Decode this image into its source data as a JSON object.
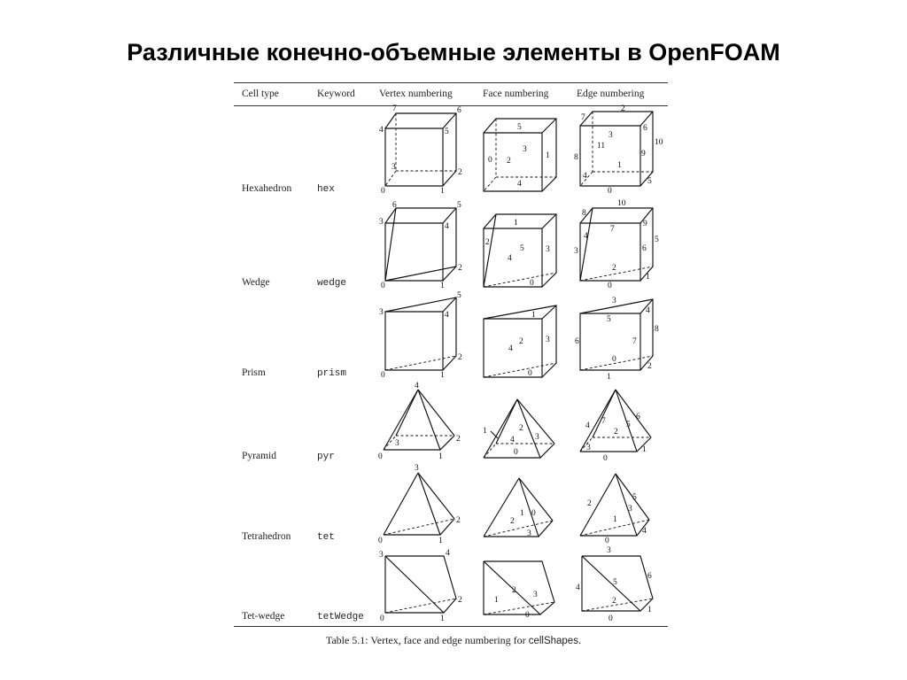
{
  "slide": {
    "title": "Различные конечно-объемные элементы в OpenFOAM"
  },
  "table": {
    "headers": [
      "Cell type",
      "Keyword",
      "Vertex numbering",
      "Face numbering",
      "Edge numbering"
    ],
    "rows": [
      {
        "cell_type": "Hexahedron",
        "keyword": "hex",
        "vertex": [
          "0",
          "1",
          "2",
          "3",
          "4",
          "5",
          "6",
          "7"
        ],
        "face": [
          "0",
          "1",
          "2",
          "3",
          "4",
          "5"
        ],
        "edge": [
          "0",
          "1",
          "2",
          "3",
          "4",
          "5",
          "6",
          "7",
          "8",
          "9",
          "10",
          "11"
        ]
      },
      {
        "cell_type": "Wedge",
        "keyword": "wedge",
        "vertex": [
          "0",
          "1",
          "2",
          "3",
          "4",
          "5",
          "6"
        ],
        "face": [
          "0",
          "1",
          "2",
          "3",
          "4",
          "5"
        ],
        "edge": [
          "0",
          "1",
          "2",
          "3",
          "4",
          "5",
          "6",
          "7",
          "8",
          "9",
          "10"
        ]
      },
      {
        "cell_type": "Prism",
        "keyword": "prism",
        "vertex": [
          "0",
          "1",
          "2",
          "3",
          "4",
          "5"
        ],
        "face": [
          "0",
          "1",
          "2",
          "3",
          "4"
        ],
        "edge": [
          "0",
          "1",
          "2",
          "3",
          "4",
          "5",
          "6",
          "7",
          "8"
        ]
      },
      {
        "cell_type": "Pyramid",
        "keyword": "pyr",
        "vertex": [
          "0",
          "1",
          "2",
          "3",
          "4"
        ],
        "face": [
          "0",
          "1",
          "2",
          "3",
          "4"
        ],
        "edge": [
          "0",
          "1",
          "2",
          "3",
          "4",
          "5",
          "6",
          "7"
        ]
      },
      {
        "cell_type": "Tetrahedron",
        "keyword": "tet",
        "vertex": [
          "0",
          "1",
          "2",
          "3"
        ],
        "face": [
          "0",
          "1",
          "2",
          "3"
        ],
        "edge": [
          "0",
          "1",
          "2",
          "3",
          "4",
          "5"
        ]
      },
      {
        "cell_type": "Tet-wedge",
        "keyword": "tetWedge",
        "vertex": [
          "0",
          "1",
          "2",
          "3",
          "4"
        ],
        "face": [
          "0",
          "1",
          "2",
          "3"
        ],
        "edge": [
          "0",
          "1",
          "2",
          "3",
          "4",
          "5",
          "6"
        ]
      }
    ],
    "caption_prefix": "Table 5.1: Vertex, face and edge numbering for ",
    "caption_term": "cellShapes."
  }
}
